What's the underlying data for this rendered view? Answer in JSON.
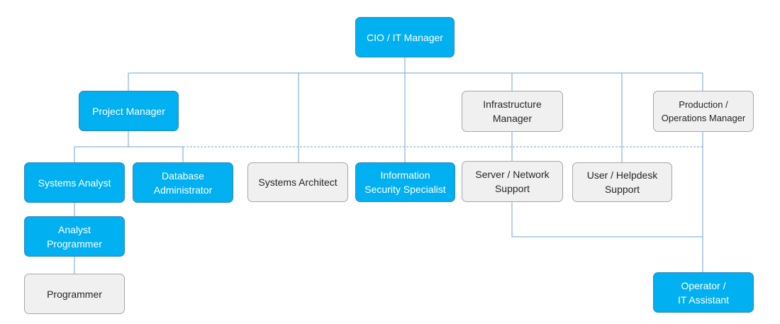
{
  "colors": {
    "role_highlighted": "#00b0f0",
    "role_standard": "#f0f0f0",
    "connector": "#6fa3d6"
  },
  "nodes": {
    "cio": "CIO / IT Manager",
    "project_manager": "Project Manager",
    "infrastructure_manager": "Infrastructure\nManager",
    "production_manager": "Production /\nOperations Manager",
    "systems_analyst": "Systems Analyst",
    "database_administrator": "Database\nAdministrator",
    "systems_architect": "Systems Architect",
    "information_security_specialist": "Information\nSecurity Specialist",
    "server_network_support": "Server / Network\nSupport",
    "user_helpdesk_support": "User / Helpdesk\nSupport",
    "analyst_programmer": "Analyst\nProgrammer",
    "programmer": "Programmer",
    "operator_it_assistant": "Operator /\nIT Assistant"
  }
}
